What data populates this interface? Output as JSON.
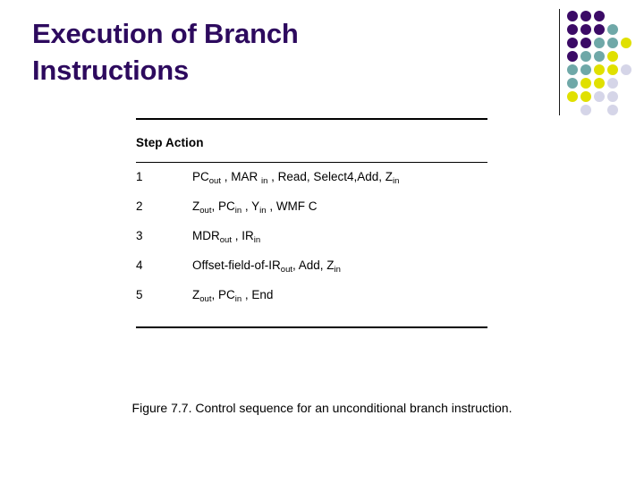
{
  "slide": {
    "title": "Execution of Branch\nInstructions",
    "title_color": "#2d0a5e",
    "background_color": "#ffffff"
  },
  "decoration": {
    "name": "dot-grid",
    "divider_color": "#1a1a1a",
    "palette": {
      "purple": "#3b0a66",
      "teal": "#6fa8a8",
      "yellow": "#e0e000",
      "lavender": "#d5d5e8"
    },
    "cell": 15,
    "dots": [
      {
        "col": 0,
        "row": 0,
        "color": "#3b0a66"
      },
      {
        "col": 1,
        "row": 0,
        "color": "#3b0a66"
      },
      {
        "col": 2,
        "row": 0,
        "color": "#3b0a66"
      },
      {
        "col": 0,
        "row": 1,
        "color": "#3b0a66"
      },
      {
        "col": 1,
        "row": 1,
        "color": "#3b0a66"
      },
      {
        "col": 2,
        "row": 1,
        "color": "#3b0a66"
      },
      {
        "col": 3,
        "row": 1,
        "color": "#6fa8a8"
      },
      {
        "col": 0,
        "row": 2,
        "color": "#3b0a66"
      },
      {
        "col": 1,
        "row": 2,
        "color": "#3b0a66"
      },
      {
        "col": 2,
        "row": 2,
        "color": "#6fa8a8"
      },
      {
        "col": 3,
        "row": 2,
        "color": "#6fa8a8"
      },
      {
        "col": 4,
        "row": 2,
        "color": "#e0e000"
      },
      {
        "col": 0,
        "row": 3,
        "color": "#3b0a66"
      },
      {
        "col": 1,
        "row": 3,
        "color": "#6fa8a8"
      },
      {
        "col": 2,
        "row": 3,
        "color": "#6fa8a8"
      },
      {
        "col": 3,
        "row": 3,
        "color": "#e0e000"
      },
      {
        "col": 0,
        "row": 4,
        "color": "#6fa8a8"
      },
      {
        "col": 1,
        "row": 4,
        "color": "#6fa8a8"
      },
      {
        "col": 2,
        "row": 4,
        "color": "#e0e000"
      },
      {
        "col": 3,
        "row": 4,
        "color": "#e0e000"
      },
      {
        "col": 4,
        "row": 4,
        "color": "#d5d5e8"
      },
      {
        "col": 0,
        "row": 5,
        "color": "#6fa8a8"
      },
      {
        "col": 1,
        "row": 5,
        "color": "#e0e000"
      },
      {
        "col": 2,
        "row": 5,
        "color": "#e0e000"
      },
      {
        "col": 3,
        "row": 5,
        "color": "#d5d5e8"
      },
      {
        "col": 0,
        "row": 6,
        "color": "#e0e000"
      },
      {
        "col": 1,
        "row": 6,
        "color": "#e0e000"
      },
      {
        "col": 2,
        "row": 6,
        "color": "#d5d5e8"
      },
      {
        "col": 3,
        "row": 6,
        "color": "#d5d5e8"
      },
      {
        "col": 1,
        "row": 7,
        "color": "#d5d5e8"
      },
      {
        "col": 3,
        "row": 7,
        "color": "#d5d5e8"
      }
    ]
  },
  "table": {
    "header": "Step Action",
    "columns": [
      "Step",
      "Action"
    ],
    "rows": [
      {
        "step": "1",
        "action_html": "PC<sub>out</sub> ,  MAR <sub>in</sub> , Read, Select4,Add,  Z<sub>in</sub>"
      },
      {
        "step": "2",
        "action_html": "Z<sub>out</sub>,  PC<sub>in</sub> ,  Y<sub>in</sub> ,  WMF C"
      },
      {
        "step": "3",
        "action_html": "MDR<sub>out</sub> ,  IR<sub>in</sub>"
      },
      {
        "step": "4",
        "action_html": "Offset-field-of-IR<sub>out</sub>,  Add,  Z<sub>in</sub>"
      },
      {
        "step": "5",
        "action_html": "Z<sub>out</sub>, PC<sub>in</sub> ,  End"
      }
    ]
  },
  "caption": "Figure 7.7.  Control sequence for an unconditional branch instruction."
}
